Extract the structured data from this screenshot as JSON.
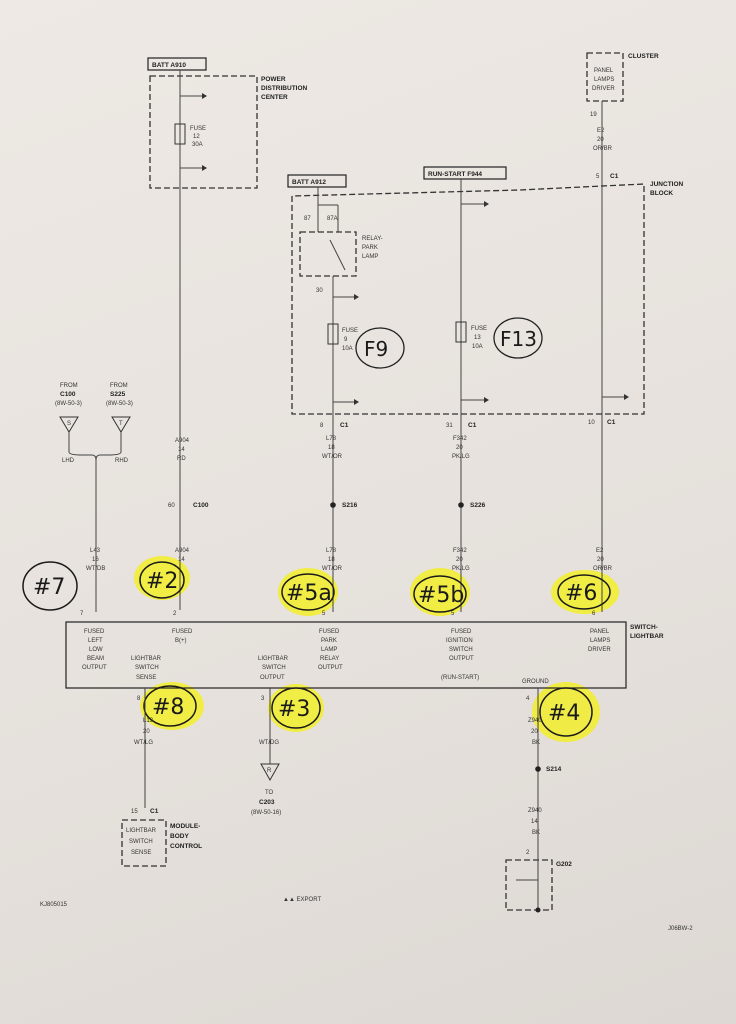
{
  "sources": {
    "batt_a910": "BATT A910",
    "batt_a912": "BATT A912",
    "run_start": "RUN-START F944"
  },
  "pdc": {
    "label_l1": "POWER",
    "label_l2": "DISTRIBUTION",
    "label_l3": "CENTER",
    "fuse_l1": "FUSE",
    "fuse_l2": "12",
    "fuse_l3": "30A"
  },
  "cluster": {
    "label": "CLUSTER",
    "box_l1": "PANEL",
    "box_l2": "LAMPS",
    "box_l3": "DRIVER",
    "pin": "19",
    "wire_l1": "E2",
    "wire_l2": "20",
    "wire_l3": "OR/BR"
  },
  "junction": {
    "label_l1": "JUNCTION",
    "label_l2": "BLOCK",
    "pin_top": "5",
    "conn": "C1",
    "relay_l1": "RELAY-",
    "relay_l2": "PARK",
    "relay_l3": "LAMP",
    "pin87": "87",
    "pin87a": "87A",
    "pin30": "30",
    "fuse9_l1": "FUSE",
    "fuse9_l2": "9",
    "fuse9_l3": "10A",
    "fuse13_l1": "FUSE",
    "fuse13_l2": "13",
    "fuse13_l3": "10A",
    "pin_a": "8",
    "pin_b": "31",
    "pin_c": "10"
  },
  "annotations": {
    "f9": "F9",
    "f13": "F13",
    "n7": "#7",
    "n2": "#2",
    "n5a": "#5a",
    "n5b": "#5b",
    "n6": "#6",
    "n8": "#8",
    "n3": "#3",
    "n4": "#4"
  },
  "from": {
    "c100_l1": "FROM",
    "c100_l2": "C100",
    "c100_l3": "(8W-50-3)",
    "c100_tri": "S",
    "s225_l1": "FROM",
    "s225_l2": "S225",
    "s225_l3": "(8W-50-3)",
    "s225_tri": "T",
    "lhd": "LHD",
    "rhd": "RHD"
  },
  "wires": {
    "a904_l1": "A904",
    "a904_l2": "14",
    "a904_l3": "RD",
    "l78_l1": "L78",
    "l78_l2": "18",
    "l78_l3": "WT/OR",
    "f342_l1": "F342",
    "f342_l2": "20",
    "f342_l3": "PK/LG",
    "c100_pin": "60",
    "c100": "C100",
    "s216": "S216",
    "s226": "S226",
    "l43_l1": "L43",
    "l43_l2": "16",
    "l43_l3": "WT/DB",
    "a904b_l1": "A904",
    "a904b_l2": "14",
    "l78b_l1": "L78",
    "l78b_l2": "18",
    "l78b_l3": "WT/OR",
    "f342b_l1": "F342",
    "f342b_l2": "20",
    "f342b_l3": "PK/LG",
    "e2b_l1": "E2",
    "e2b_l2": "20",
    "e2b_l3": "OR/BR"
  },
  "switch": {
    "label_l1": "SWITCH-",
    "label_l2": "LIGHTBAR",
    "pin7": "7",
    "pin2": "2",
    "pin5a": "5",
    "pin5b": "5",
    "pin6": "6",
    "pin8": "8",
    "pin3": "3",
    "pin4": "4",
    "c1_l1": "FUSED",
    "c1_l2": "LEFT",
    "c1_l3": "LOW",
    "c1_l4": "BEAM",
    "c1_l5": "OUTPUT",
    "c2_l1": "FUSED",
    "c2_l2": "B(+)",
    "c3_l1": "FUSED",
    "c3_l2": "PARK",
    "c3_l3": "LAMP",
    "c3_l4": "RELAY",
    "c3_l5": "OUTPUT",
    "c4_l1": "FUSED",
    "c4_l2": "IGNITION",
    "c4_l3": "SWITCH",
    "c4_l4": "OUTPUT",
    "c4_l5": "(RUN-START)",
    "c5_l1": "PANEL",
    "c5_l2": "LAMPS",
    "c5_l3": "DRIVER",
    "s1_l1": "LIGHTBAR",
    "s1_l2": "SWITCH",
    "s1_l3": "SENSE",
    "s2_l1": "LIGHTBAR",
    "s2_l2": "SWITCH",
    "s2_l3": "OUTPUT",
    "s3": "GROUND"
  },
  "below": {
    "l13_l1": "L13",
    "l13_l2": "20",
    "l13_l3": "WT/LG",
    "wtdg": "WT/DG",
    "z940_l1": "Z940",
    "z940_l2": "20",
    "z940_l3": "BK",
    "s214": "S214",
    "z940b_l1": "Z940",
    "z940b_l2": "14",
    "z940b_l3": "BK",
    "tri_r": "R",
    "to_l1": "TO",
    "to_l2": "C203",
    "to_l3": "(8W-50-16)",
    "mbc_pin": "15",
    "mbc_conn": "C1",
    "mbc_l1": "MODULE-",
    "mbc_l2": "BODY",
    "mbc_l3": "CONTROL",
    "mbc_box_l1": "LIGHTBAR",
    "mbc_box_l2": "SWITCH",
    "mbc_box_l3": "SENSE",
    "g202_pin": "2",
    "g202": "G202"
  },
  "footer": {
    "left_code": "KJ805015",
    "export": "▲▲ EXPORT",
    "right_code": "J06BW-2"
  }
}
